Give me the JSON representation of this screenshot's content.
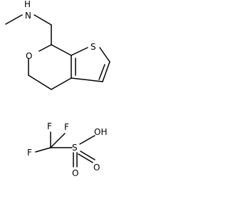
{
  "molecules": [
    {
      "atoms": {
        "amine": "N",
        "amine_h": "H",
        "thiophene_s": "S",
        "pyran_o": "O"
      }
    },
    {
      "atoms": {
        "f1": "F",
        "f2": "F",
        "f3": "F",
        "hydroxyl": "OH",
        "sulfonyl_s": "S",
        "oxo_upper": "O",
        "oxo_lower": "O"
      }
    }
  ]
}
